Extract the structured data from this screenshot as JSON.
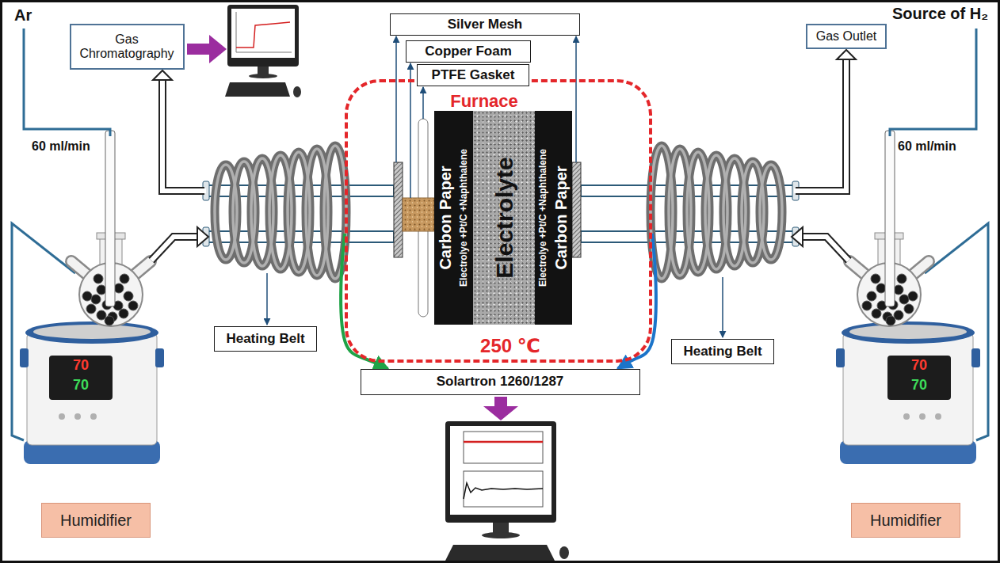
{
  "diagram": {
    "nodes": [
      {
        "text": [
          "Gas Chromatography"
        ]
      },
      {
        "text": [
          "Silver Mesh"
        ]
      },
      {
        "text": [
          "Copper Foam"
        ]
      },
      {
        "text": [
          "PTFE Gasket"
        ]
      },
      {
        "text": [
          "Gas Outlet"
        ]
      },
      {
        "text": [
          "Furnace",
          "250 ℃"
        ]
      },
      {
        "text": [
          "Carbon Paper",
          "Electrolye +Pt/C +Naphthalene"
        ],
        "in": 5
      },
      {
        "text": [
          "Electrolyte"
        ],
        "in": 5
      },
      {
        "text": [
          "Electrolye +Pt/C +Naphthalene",
          "Carbon Paper"
        ],
        "in": 5
      },
      {
        "text": [
          "Heating Belt"
        ]
      },
      {
        "text": [
          "Heating Belt"
        ]
      },
      {
        "text": [
          "Solartron 1260/1287"
        ]
      },
      {
        "text": [
          "Humidifier"
        ]
      },
      {
        "text": [
          "Humidifier"
        ]
      }
    ],
    "edges": [
      {
        "from": 5,
        "to": 11,
        "arrow": "to"
      },
      {
        "from": 5,
        "to": 11,
        "arrow": "to"
      }
    ],
    "labels": [
      "Ar",
      "Source of H₂",
      "60 ml/min",
      "60 ml/min",
      "70",
      "70",
      "70",
      "70"
    ]
  }
}
